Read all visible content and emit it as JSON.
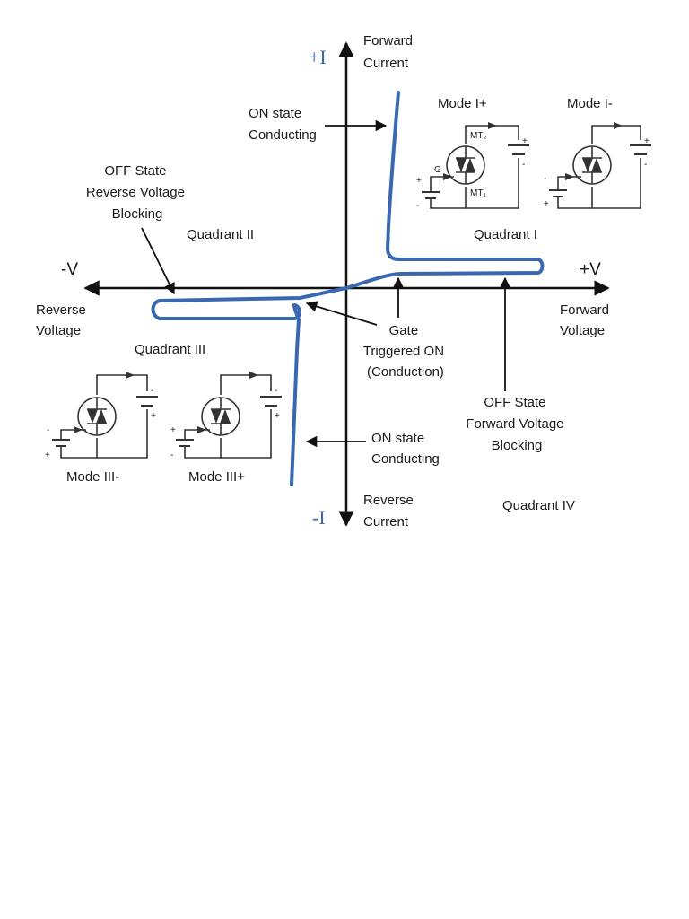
{
  "colors": {
    "curve": "#3a68b0",
    "axis": "#111111",
    "ink": "#1a1a1a",
    "wire": "#333333"
  },
  "axes": {
    "pos_current": "+I",
    "neg_current": "-I",
    "pos_voltage": "+V",
    "neg_voltage": "-V",
    "forward_current": [
      "Forward",
      "Current"
    ],
    "reverse_current": [
      "Reverse",
      "Current"
    ],
    "forward_voltage": [
      "Forward",
      "Voltage"
    ],
    "reverse_voltage": [
      "Reverse",
      "Voltage"
    ]
  },
  "quadrants": {
    "q1": "Quadrant I",
    "q2": "Quadrant II",
    "q3": "Quadrant III",
    "q4": "Quadrant IV"
  },
  "annotations": {
    "on_state_top": [
      "ON state",
      "Conducting"
    ],
    "on_state_bottom": [
      "ON state",
      "Conducting"
    ],
    "off_reverse": [
      "OFF State",
      "Reverse Voltage",
      "Blocking"
    ],
    "gate_triggered": [
      "Gate",
      "Triggered ON",
      "(Conduction)"
    ],
    "off_forward": [
      "OFF State",
      "Forward Voltage",
      "Blocking"
    ]
  },
  "modes": {
    "mode_i_plus": "Mode I+",
    "mode_i_minus": "Mode I-",
    "mode_iii_minus": "Mode III-",
    "mode_iii_plus": "Mode III+"
  },
  "terminals": {
    "mt2": "MT₂",
    "mt1": "MT₁",
    "gate": "G"
  },
  "polarity": {
    "plus": "+",
    "minus": "-"
  }
}
